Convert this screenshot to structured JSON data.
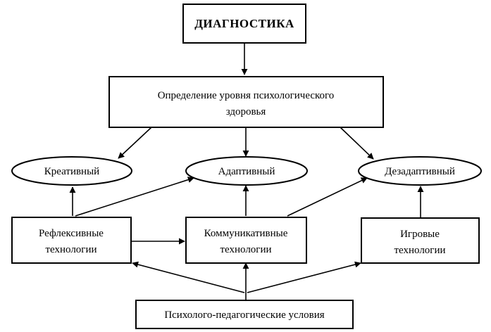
{
  "nodes": {
    "diagnostics": "ДИАГНОСТИКА",
    "level_line1": "Определение уровня психологического",
    "level_line2": "здоровья",
    "creative": "Креативный",
    "adaptive": "Адаптивный",
    "disadaptive": "Дезадаптивный",
    "reflexive_line1": "Рефлексивные",
    "reflexive_line2": "технологии",
    "communicative_line1": "Коммуникативные",
    "communicative_line2": "технологии",
    "game_line1": "Игровые",
    "game_line2": "технологии",
    "conditions": "Психолого-педагогические условия"
  }
}
